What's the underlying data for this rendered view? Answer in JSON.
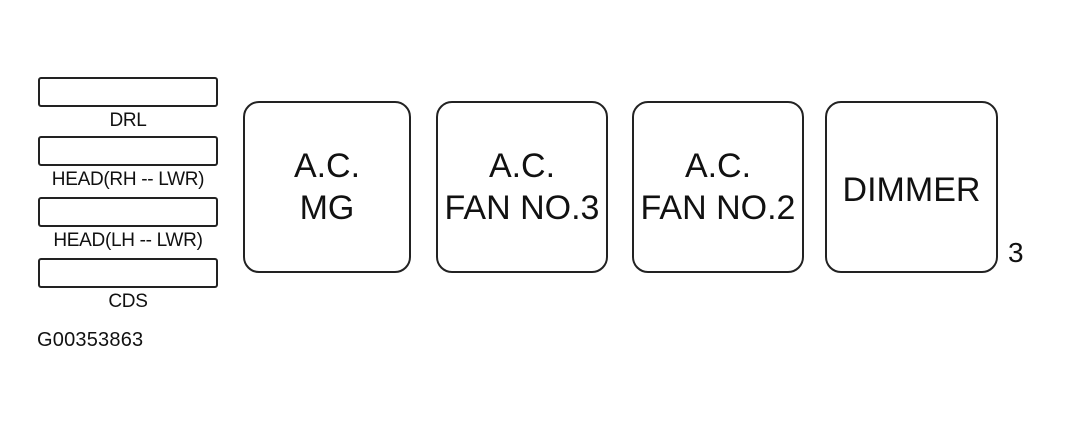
{
  "fuses": [
    {
      "label": "DRL"
    },
    {
      "label": "HEAD(RH -- LWR)"
    },
    {
      "label": "HEAD(LH -- LWR)"
    },
    {
      "label": "CDS"
    }
  ],
  "relays": [
    {
      "line1": "A.C.",
      "line2": "MG"
    },
    {
      "line1": "A.C.",
      "line2": "FAN NO.3"
    },
    {
      "line1": "A.C.",
      "line2": "FAN NO.2"
    },
    {
      "line1": "DIMMER",
      "line2": ""
    }
  ],
  "reference_number": "3",
  "figure_id": "G00353863"
}
